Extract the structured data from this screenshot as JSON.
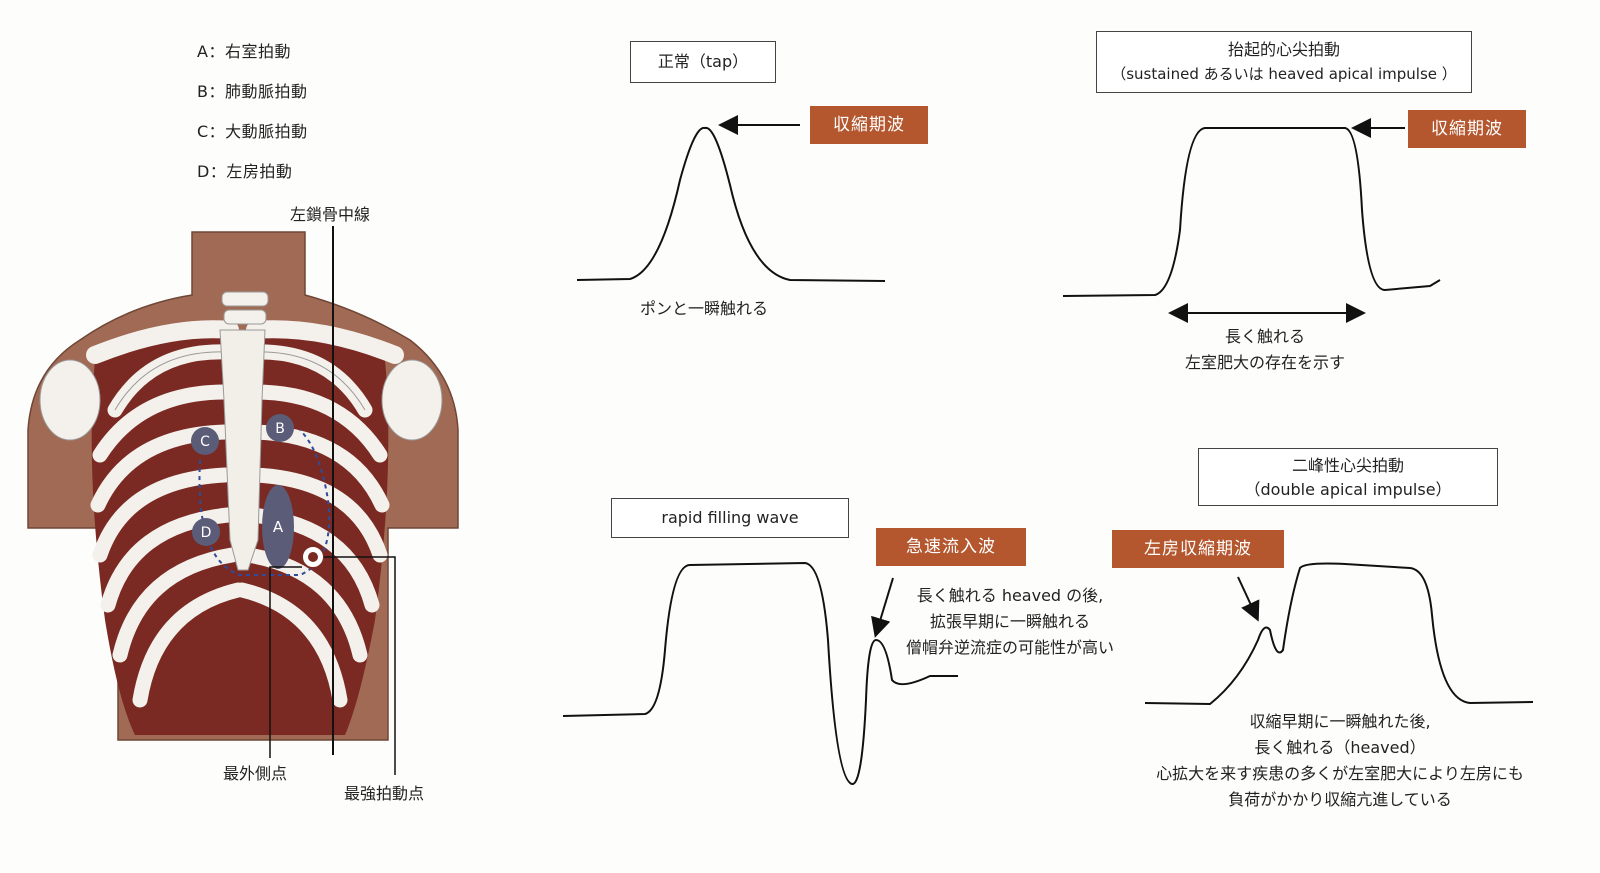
{
  "legend": {
    "a": "A：右室拍動",
    "b": "B：肺動脈拍動",
    "c": "C：大動脈拍動",
    "d": "D：左房拍動"
  },
  "chest": {
    "midclavicular_label": "左鎖骨中線",
    "lateral_point_label": "最外側点",
    "pmi_label": "最強拍動点",
    "markers": {
      "a": "A",
      "b": "B",
      "c": "C",
      "d": "D"
    }
  },
  "panels": {
    "normal": {
      "title": "正常（tap）",
      "tag": "収縮期波",
      "caption": "ポンと一瞬触れる"
    },
    "sustained": {
      "title_line1": "抬起的心尖拍動",
      "title_line2": "（sustained あるいは heaved apical impulse ）",
      "tag": "収縮期波",
      "caption_line1": "長く触れる",
      "caption_line2": "左室肥大の存在を示す"
    },
    "rapid": {
      "title": "rapid filling wave",
      "tag": "急速流入波",
      "caption_line1": "長く触れる heaved の後,",
      "caption_line2": "拡張早期に一瞬触れる",
      "caption_line3": "僧帽弁逆流症の可能性が高い"
    },
    "double": {
      "title_line1": "二峰性心尖拍動",
      "title_line2": "（double apical impulse）",
      "tag": "左房収縮期波",
      "caption_line1": "収縮早期に一瞬触れた後,",
      "caption_line2": "長く触れる（heaved）",
      "caption_line3": "心拡大を来す疾患の多くが左室肥大により左房にも",
      "caption_line4": "負荷がかかり収縮亢進している"
    }
  },
  "colors": {
    "tag": "#b4572f",
    "skin": "#a06a55",
    "muscle": "#7a2a22",
    "marker": "#5b5d78"
  }
}
